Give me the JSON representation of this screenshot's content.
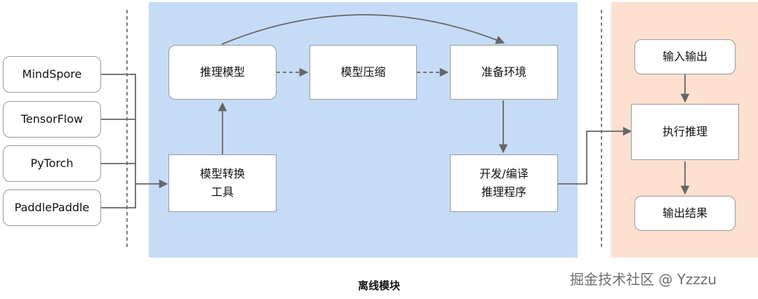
{
  "caption": "离线模块",
  "watermark": "掘金技术社区 @ Yzzzu",
  "sources": [
    "MindSpore",
    "TensorFlow",
    "PyTorch",
    "PaddlePaddle"
  ],
  "offline": {
    "inference_model": "推理模型",
    "model_compression": "模型压缩",
    "prepare_env": "准备环境",
    "conversion_tool": "模型转换\n工具",
    "dev_compile": "开发/编译\n推理程序"
  },
  "deploy": {
    "io": "输入输出",
    "execute": "执行推理",
    "output": "输出结果"
  },
  "colors": {
    "offline_bg": "#c6dcf6",
    "deploy_bg": "#fde0d0",
    "edge": "#666666"
  }
}
